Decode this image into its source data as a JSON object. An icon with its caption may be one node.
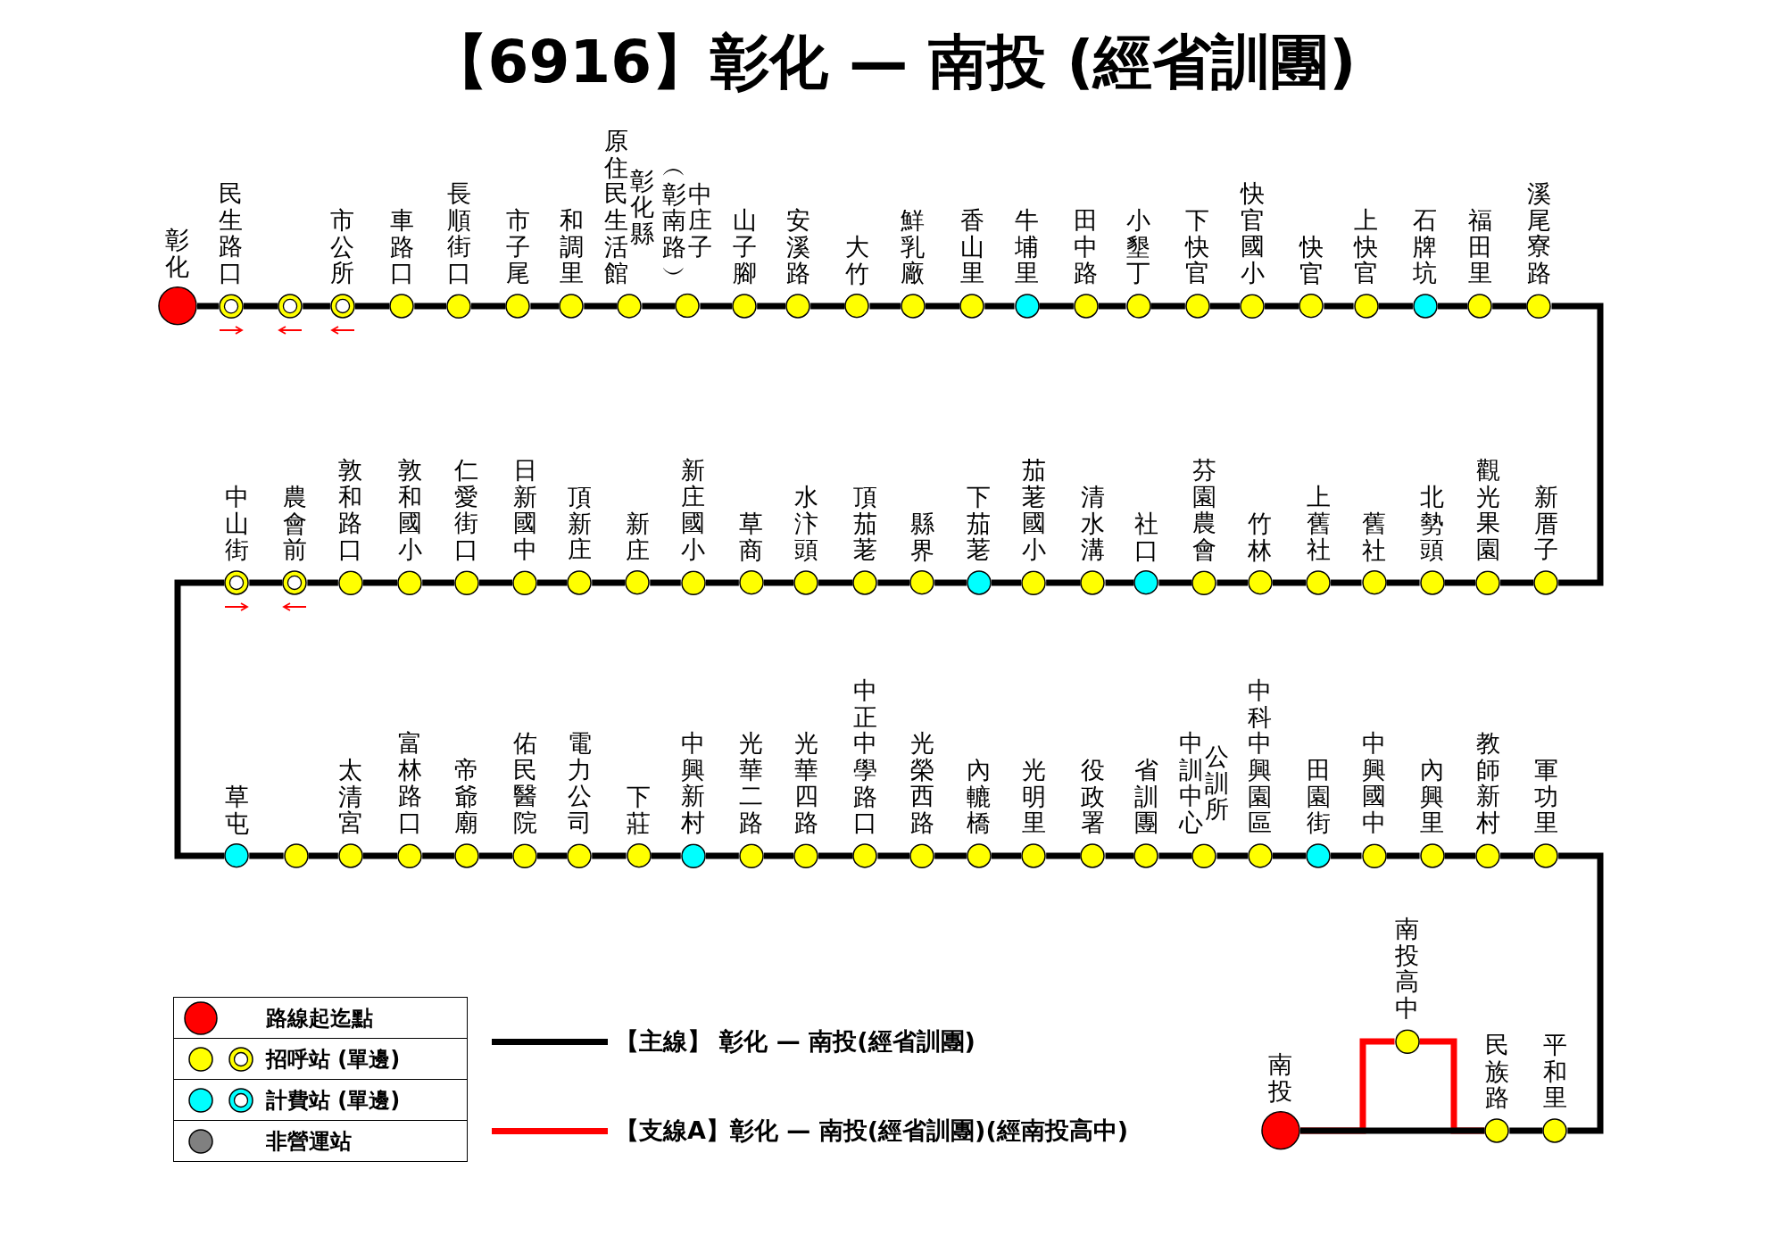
{
  "diagram": {
    "title": "【6916】彰化 — 南投 (經省訓團)",
    "nodes": [
      {
        "text": [
          "彰化"
        ]
      },
      {
        "text": [
          "民生路口"
        ]
      },
      {
        "text": [],
        "shape": "circle"
      },
      {
        "text": [
          "市公所"
        ]
      },
      {
        "text": [
          "車路口"
        ]
      },
      {
        "text": [
          "長順街口"
        ]
      },
      {
        "text": [
          "市子尾"
        ]
      },
      {
        "text": [
          "和調里"
        ]
      },
      {
        "text": [
          "原住民生活館",
          "彰化縣"
        ]
      },
      {
        "text": [
          "︵彰南路︶",
          "中庄子"
        ]
      },
      {
        "text": [
          "山子腳"
        ]
      },
      {
        "text": [
          "安溪路"
        ]
      },
      {
        "text": [
          "大竹"
        ]
      },
      {
        "text": [
          "鮮乳廠"
        ]
      },
      {
        "text": [
          "香山里"
        ]
      },
      {
        "text": [
          "牛埔里"
        ]
      },
      {
        "text": [
          "田中路"
        ]
      },
      {
        "text": [
          "小墾丁"
        ]
      },
      {
        "text": [
          "下快官"
        ]
      },
      {
        "text": [
          "快官國小"
        ]
      },
      {
        "text": [
          "快官"
        ]
      },
      {
        "text": [
          "上快官"
        ]
      },
      {
        "text": [
          "石牌坑"
        ]
      },
      {
        "text": [
          "福田里"
        ]
      },
      {
        "text": [
          "溪尾寮路"
        ]
      },
      {
        "text": [
          "中山街"
        ]
      },
      {
        "text": [
          "農會前"
        ]
      },
      {
        "text": [
          "敦和路口"
        ]
      },
      {
        "text": [
          "敦和國小"
        ]
      },
      {
        "text": [
          "仁愛街口"
        ]
      },
      {
        "text": [
          "日新國中"
        ]
      },
      {
        "text": [
          "頂新庄"
        ]
      },
      {
        "text": [
          "新庄"
        ]
      },
      {
        "text": [
          "新庄國小"
        ]
      },
      {
        "text": [
          "草商"
        ]
      },
      {
        "text": [
          "水汴頭"
        ]
      },
      {
        "text": [
          "頂茄荖"
        ]
      },
      {
        "text": [
          "縣界"
        ]
      },
      {
        "text": [
          "下茄荖"
        ]
      },
      {
        "text": [
          "茄荖國小"
        ]
      },
      {
        "text": [
          "清水溝"
        ]
      },
      {
        "text": [
          "社口"
        ]
      },
      {
        "text": [
          "芬園農會"
        ]
      },
      {
        "text": [
          "竹林"
        ]
      },
      {
        "text": [
          "上舊社"
        ]
      },
      {
        "text": [
          "舊社"
        ]
      },
      {
        "text": [
          "北勢頭"
        ]
      },
      {
        "text": [
          "觀光果園"
        ]
      },
      {
        "text": [
          "新厝子"
        ]
      },
      {
        "text": [
          "草屯"
        ]
      },
      {
        "text": [],
        "shape": "circle"
      },
      {
        "text": [
          "太清宮"
        ]
      },
      {
        "text": [
          "富林路口"
        ]
      },
      {
        "text": [
          "帝爺廟"
        ]
      },
      {
        "text": [
          "佑民醫院"
        ]
      },
      {
        "text": [
          "電力公司"
        ]
      },
      {
        "text": [
          "下莊"
        ]
      },
      {
        "text": [
          "中興新村"
        ]
      },
      {
        "text": [
          "光華二路"
        ]
      },
      {
        "text": [
          "光華四路"
        ]
      },
      {
        "text": [
          "中正中學路口"
        ]
      },
      {
        "text": [
          "光榮西路"
        ]
      },
      {
        "text": [
          "內轆橋"
        ]
      },
      {
        "text": [
          "光明里"
        ]
      },
      {
        "text": [
          "役政署"
        ]
      },
      {
        "text": [
          "省訓團"
        ]
      },
      {
        "text": [
          "中訓中心",
          "公訓所"
        ]
      },
      {
        "text": [
          "中科中興園區"
        ]
      },
      {
        "text": [
          "田園街"
        ]
      },
      {
        "text": [
          "中興國中"
        ]
      },
      {
        "text": [
          "內興里"
        ]
      },
      {
        "text": [
          "教師新村"
        ]
      },
      {
        "text": [
          "軍功里"
        ]
      },
      {
        "text": [
          "南投高中"
        ]
      },
      {
        "text": [
          "南投"
        ]
      },
      {
        "text": [
          "民族路"
        ]
      },
      {
        "text": [
          "平和里"
        ]
      }
    ],
    "edges": [
      {
        "from": 0,
        "to": 1,
        "arrow": "none"
      },
      {
        "from": 1,
        "to": 2,
        "arrow": "none"
      },
      {
        "from": 2,
        "to": 3,
        "arrow": "none"
      },
      {
        "from": 3,
        "to": 4,
        "arrow": "none"
      },
      {
        "from": 4,
        "to": 5,
        "arrow": "none"
      },
      {
        "from": 5,
        "to": 6,
        "arrow": "none"
      },
      {
        "from": 6,
        "to": 7,
        "arrow": "none"
      },
      {
        "from": 7,
        "to": 8,
        "arrow": "none"
      },
      {
        "from": 8,
        "to": 9,
        "arrow": "none"
      },
      {
        "from": 9,
        "to": 10,
        "arrow": "none"
      },
      {
        "from": 10,
        "to": 11,
        "arrow": "none"
      },
      {
        "from": 11,
        "to": 12,
        "arrow": "none"
      },
      {
        "from": 12,
        "to": 13,
        "arrow": "none"
      },
      {
        "from": 13,
        "to": 14,
        "arrow": "none"
      },
      {
        "from": 14,
        "to": 15,
        "arrow": "none"
      },
      {
        "from": 15,
        "to": 16,
        "arrow": "none"
      },
      {
        "from": 16,
        "to": 17,
        "arrow": "none"
      },
      {
        "from": 17,
        "to": 18,
        "arrow": "none"
      },
      {
        "from": 18,
        "to": 19,
        "arrow": "none"
      },
      {
        "from": 19,
        "to": 20,
        "arrow": "none"
      },
      {
        "from": 20,
        "to": 21,
        "arrow": "none"
      },
      {
        "from": 21,
        "to": 22,
        "arrow": "none"
      },
      {
        "from": 22,
        "to": 23,
        "arrow": "none"
      },
      {
        "from": 23,
        "to": 24,
        "arrow": "none"
      },
      {
        "from": 24,
        "to": 48,
        "arrow": "none"
      },
      {
        "from": 48,
        "to": 47,
        "arrow": "none"
      },
      {
        "from": 47,
        "to": 46,
        "arrow": "none"
      },
      {
        "from": 46,
        "to": 45,
        "arrow": "none"
      },
      {
        "from": 45,
        "to": 44,
        "arrow": "none"
      },
      {
        "from": 44,
        "to": 43,
        "arrow": "none"
      },
      {
        "from": 43,
        "to": 42,
        "arrow": "none"
      },
      {
        "from": 42,
        "to": 41,
        "arrow": "none"
      },
      {
        "from": 41,
        "to": 40,
        "arrow": "none"
      },
      {
        "from": 40,
        "to": 39,
        "arrow": "none"
      },
      {
        "from": 39,
        "to": 38,
        "arrow": "none"
      },
      {
        "from": 38,
        "to": 37,
        "arrow": "none"
      },
      {
        "from": 37,
        "to": 36,
        "arrow": "none"
      },
      {
        "from": 36,
        "to": 35,
        "arrow": "none"
      },
      {
        "from": 35,
        "to": 34,
        "arrow": "none"
      },
      {
        "from": 34,
        "to": 33,
        "arrow": "none"
      },
      {
        "from": 33,
        "to": 32,
        "arrow": "none"
      },
      {
        "from": 32,
        "to": 31,
        "arrow": "none"
      },
      {
        "from": 31,
        "to": 30,
        "arrow": "none"
      },
      {
        "from": 30,
        "to": 29,
        "arrow": "none"
      },
      {
        "from": 29,
        "to": 28,
        "arrow": "none"
      },
      {
        "from": 28,
        "to": 27,
        "arrow": "none"
      },
      {
        "from": 27,
        "to": 26,
        "arrow": "none"
      },
      {
        "from": 26,
        "to": 25,
        "arrow": "none"
      },
      {
        "from": 25,
        "to": 49,
        "arrow": "none"
      },
      {
        "from": 49,
        "to": 50,
        "arrow": "none"
      },
      {
        "from": 50,
        "to": 51,
        "arrow": "none"
      },
      {
        "from": 51,
        "to": 52,
        "arrow": "none"
      },
      {
        "from": 52,
        "to": 53,
        "arrow": "none"
      },
      {
        "from": 53,
        "to": 54,
        "arrow": "none"
      },
      {
        "from": 54,
        "to": 55,
        "arrow": "none"
      },
      {
        "from": 55,
        "to": 56,
        "arrow": "none"
      },
      {
        "from": 56,
        "to": 57,
        "arrow": "none"
      },
      {
        "from": 57,
        "to": 58,
        "arrow": "none"
      },
      {
        "from": 58,
        "to": 59,
        "arrow": "none"
      },
      {
        "from": 59,
        "to": 60,
        "arrow": "none"
      },
      {
        "from": 60,
        "to": 61,
        "arrow": "none"
      },
      {
        "from": 61,
        "to": 62,
        "arrow": "none"
      },
      {
        "from": 62,
        "to": 63,
        "arrow": "none"
      },
      {
        "from": 63,
        "to": 64,
        "arrow": "none"
      },
      {
        "from": 64,
        "to": 65,
        "arrow": "none"
      },
      {
        "from": 65,
        "to": 66,
        "arrow": "none"
      },
      {
        "from": 66,
        "to": 67,
        "arrow": "none"
      },
      {
        "from": 67,
        "to": 68,
        "arrow": "none"
      },
      {
        "from": 68,
        "to": 69,
        "arrow": "none"
      },
      {
        "from": 69,
        "to": 70,
        "arrow": "none"
      },
      {
        "from": 70,
        "to": 71,
        "arrow": "none"
      },
      {
        "from": 71,
        "to": 72,
        "arrow": "none"
      },
      {
        "from": 72,
        "to": 76,
        "arrow": "none"
      },
      {
        "from": 76,
        "to": 75,
        "arrow": "none"
      },
      {
        "from": 75,
        "to": 74,
        "arrow": "none"
      },
      {
        "from": 75,
        "to": 73,
        "arrow": "none",
        "color": "#ff0000"
      },
      {
        "from": 73,
        "to": 74,
        "arrow": "none",
        "color": "#ff0000"
      }
    ],
    "legend": [
      {
        "text": "路線起迄點",
        "color": "#ff0000"
      },
      {
        "text": "招呼站 (單邊)",
        "color": "#ffff00"
      },
      {
        "text": "計費站 (單邊)",
        "color": "#00ffff"
      },
      {
        "text": "非營運站",
        "color": "#808080"
      },
      {
        "text": "【主線】 彰化 — 南投(經省訓團)"
      },
      {
        "text": "【支線A】彰化 — 南投(經省訓團)(經南投高中)"
      }
    ]
  }
}
